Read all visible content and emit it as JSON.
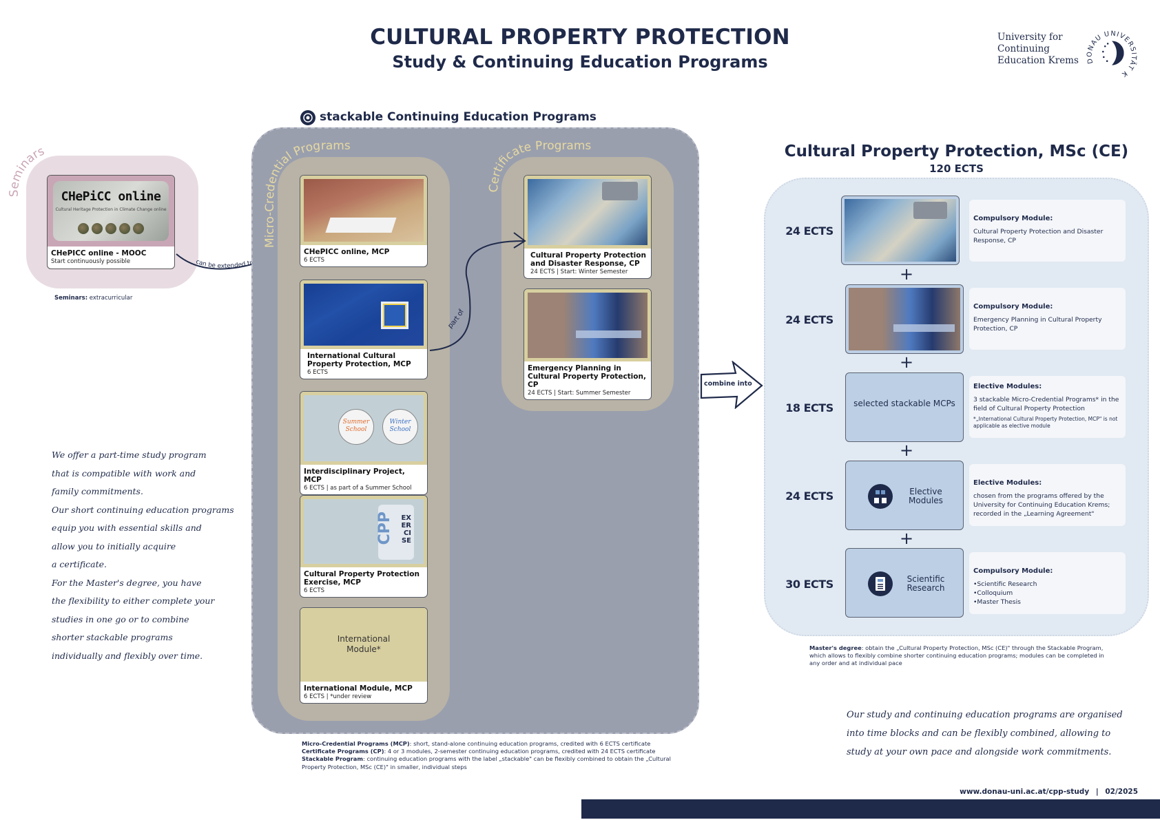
{
  "header": {
    "title": "CULTURAL PROPERTY PROTECTION",
    "subtitle": "Study & Continuing Education Programs",
    "logo_lines": [
      "University for",
      "Continuing",
      "Education Krems"
    ],
    "seal_text": "DONAU UNIVERSITÄT KREMS"
  },
  "seminars": {
    "label": "Seminars",
    "card": {
      "image_title": "CHePiCC online",
      "image_subtitle": "Cultural Heritage Protection in Climate Change online",
      "title": "CHePICC online - MOOC",
      "subtitle": "Start continuously possible"
    },
    "note_bold": "Seminars:",
    "note_text": " extracurricular",
    "connector_label": "can be extended to"
  },
  "left_text": [
    "We offer a part-time study program",
    "that is compatible with work and",
    "family commitments.",
    "Our short continuing education programs",
    "equip you with essential skills and",
    "allow you to initially acquire",
    "a certificate.",
    "For the Master's degree, you have",
    "the flexibility to either complete your",
    "studies in one go or to combine",
    "shorter stackable programs",
    "individually and flexibly over time."
  ],
  "stackable": {
    "heading": "stackable Continuing Education Programs",
    "icon": "stackable-badge-icon",
    "mcp_label": "Micro-Credential Programs",
    "cp_label": "Certificate Programs",
    "mcp_cards": [
      {
        "title": "CHePICC online, MCP",
        "subtitle": "6 ECTS",
        "image": "desk-photo"
      },
      {
        "title": "International Cultural Property Protection, MCP",
        "subtitle": "6 ECTS",
        "image": "flag-photo"
      },
      {
        "title": "Interdisciplinary Project, MCP",
        "subtitle": "6 ECTS | as part of a Summer School",
        "image": "school-badges",
        "badges": [
          "Summer School",
          "Winter School"
        ]
      },
      {
        "title": "Cultural Property Protection Exercise, MCP",
        "subtitle": "6 ECTS",
        "image": "cpp-exercise",
        "tag_main": "CPP",
        "tag_side": [
          "EX",
          "ER",
          "CI",
          "SE"
        ]
      },
      {
        "title": "International Module, MCP",
        "subtitle": "6 ECTS | *under review",
        "image": "intl-placeholder",
        "image_text": [
          "International",
          "Module*"
        ]
      }
    ],
    "cp_cards": [
      {
        "title": "Cultural Property Protection and Disaster Response, CP",
        "subtitle": "24 ECTS | Start: Winter Semester",
        "image": "map-photo"
      },
      {
        "title": "Emergency Planning in Cultural Property Protection, CP",
        "subtitle": "24 ECTS | Start: Summer Semester",
        "image": "vest-photo"
      }
    ],
    "part_of_label": "part of",
    "combine_label": "combine into"
  },
  "footnotes": [
    {
      "bold": "Micro-Credential Programs (MCP)",
      "text": ": short, stand-alone continuing education programs, credited with 6 ECTS certificate"
    },
    {
      "bold": "Certificate Programs (CP)",
      "text": ": 4 or 3 modules, 2-semester continuing education programs, credited with 24 ECTS certificate"
    },
    {
      "bold": "Stackable Program",
      "text": ": continuing education programs with the label „stackable\" can be flexibly combined to obtain the „Cultural Property Protection, MSc (CE)\" in smaller, individual steps"
    }
  ],
  "msc": {
    "title": "Cultural Property Protection, MSc (CE)",
    "total": "120 ECTS",
    "rows": [
      {
        "ects": "24 ECTS",
        "box_type": "image",
        "image": "map-photo",
        "desc_head": "Compulsory Module:",
        "desc_text": "Cultural Property Protection and Disaster Response, CP"
      },
      {
        "ects": "24 ECTS",
        "box_type": "image",
        "image": "vest-photo",
        "desc_head": "Compulsory Module:",
        "desc_text": "Emergency Planning in Cultural Property Protection, CP"
      },
      {
        "ects": "18 ECTS",
        "box_type": "text",
        "box_label": "selected stackable MCPs",
        "desc_head": "Elective Modules:",
        "desc_text": "3 stackable Micro-Credential Programs* in the field of Cultural Property Protection",
        "desc_note": "*„International Cultural Property Protection, MCP\" is not applicable as elective module"
      },
      {
        "ects": "24 ECTS",
        "box_type": "icon",
        "icon": "puzzle-hands-icon",
        "box_label": "Elective Modules",
        "desc_head": "Elective Modules:",
        "desc_text": "chosen from the programs offered by the University for Continuing Education Krems; recorded in the „Learning Agreement\""
      },
      {
        "ects": "30 ECTS",
        "box_type": "icon",
        "icon": "document-icon",
        "box_label": "Scientific Research",
        "desc_head": "Compulsory Module:",
        "desc_list": [
          "Scientific Research",
          "Colloquium",
          "Master Thesis"
        ]
      }
    ],
    "plus": "+",
    "note_bold": "Master's degree",
    "note_text": ": obtain the „Cultural Property Protection, MSc (CE)\" through the Stackable Program, which allows to flexibly combine shorter continuing education programs; modules can be completed in any order and at individual pace"
  },
  "right_text": [
    "Our study and continuing education programs are organised",
    "into time blocks and can be flexibly combined, allowing to",
    "study at your own pace and alongside work commitments."
  ],
  "footer": {
    "url": "www.donau-uni.ac.at/cpp-study",
    "separator": "|",
    "date": "02/2025"
  },
  "colors": {
    "navy": "#1f2a4a",
    "stack_panel": "#9a9fae",
    "column_bg": "#b8b3a6",
    "card_frame": "#d8cfa0",
    "seminar_bg": "#e8dce2",
    "msc_bg": "#e1e9f2",
    "msc_box": "#bccfe5",
    "column_label": "#e6d9a0"
  }
}
